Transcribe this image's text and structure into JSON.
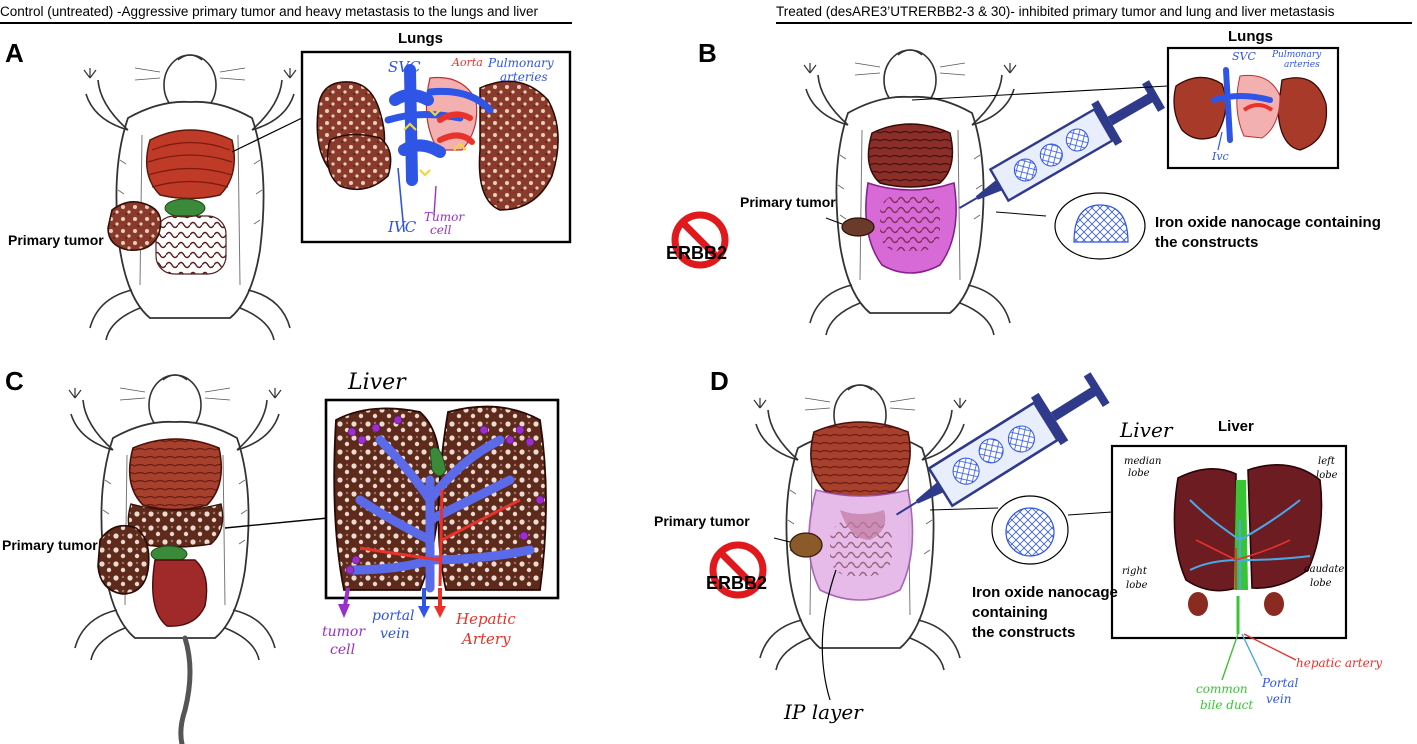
{
  "headers": {
    "left": "Control (untreated)  -Aggressive primary tumor and heavy metastasis to the lungs and liver",
    "right": "Treated (desARE3’UTRERBB2-3 & 30)- inhibited primary  tumor and lung and liver metastasis"
  },
  "panels": {
    "A": {
      "letter": "A",
      "title": "Lungs",
      "primary_label": "Primary tumor",
      "hand_labels": {
        "svc": "SVC",
        "aorta": "Aorta",
        "pulm": "Pulmonary",
        "pulm2": "arteries",
        "ivc": "IVC",
        "tumor": "Tumor",
        "tumor2": "cell"
      }
    },
    "B": {
      "letter": "B",
      "title": "Lungs",
      "primary_label": "Primary tumor",
      "ban_label": "ERBB2",
      "nanocage_line1": "Iron oxide nanocage containing",
      "nanocage_line2": "the constructs",
      "hand_labels": {
        "svc": "SVC",
        "pulm": "Pulmonary",
        "pulm2": "arteries",
        "ivc": "Ivc"
      }
    },
    "C": {
      "letter": "C",
      "title": "Liver",
      "primary_label": "Primary tumor",
      "hand_labels": {
        "tumor": "tumor",
        "tumor2": "cell",
        "portal": "portal",
        "portal2": "vein",
        "hepatic": "Hepatic",
        "hepatic2": "Artery"
      }
    },
    "D": {
      "letter": "D",
      "title_hand": "Liver",
      "title": "Liver",
      "primary_label": "Primary tumor",
      "ban_label": "ERBB2",
      "nanocage_line1": "Iron oxide nanocage",
      "nanocage_line2": "containing",
      "nanocage_line3": "the constructs",
      "ip_label": "IP layer",
      "hand_labels": {
        "median": "median",
        "median2": "lobe",
        "left": "left",
        "left2": "lobe",
        "right": "right",
        "right2": "lobe",
        "caudate": "caudate",
        "caudate2": "lobe",
        "hepatic": "hepatic artery",
        "common": "common",
        "common2": "bile duct",
        "portal": "Portal",
        "portal2": "vein"
      }
    }
  },
  "colors": {
    "artery": "#e8322a",
    "vein": "#2f55e6",
    "tumor_cell": "#9b2fc9",
    "bile": "#39c435",
    "lung_tissue": "#8a3a2a",
    "liver_tissue": "#6d1c22",
    "treated_pink": "#d86ad8",
    "ban": "#e0191d"
  }
}
